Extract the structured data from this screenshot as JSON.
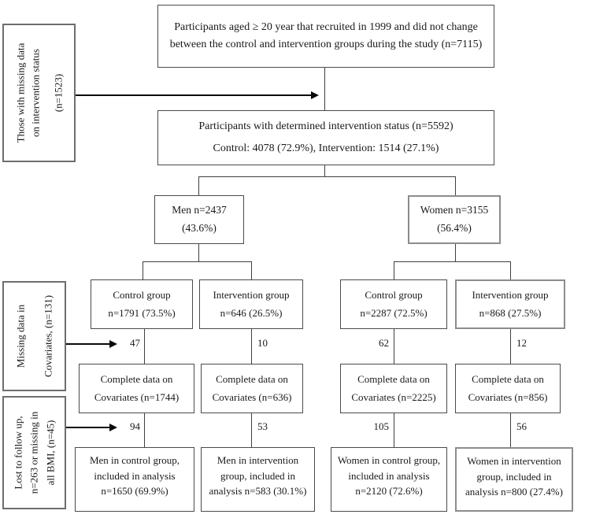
{
  "flowchart": {
    "enrollment": {
      "text": "Participants aged ≥ 20 year that recruited in 1999 and did not change between the control and intervention groups during the study (n=7115)"
    },
    "determined": {
      "line1": "Participants with determined intervention status (n=5592)",
      "line2": "Control: 4078 (72.9%), Intervention: 1514 (27.1%)"
    },
    "men": {
      "line1": "Men n=2437",
      "line2": "(43.6%)"
    },
    "women": {
      "line1": "Women n=3155",
      "line2": "(56.4%)"
    },
    "men_control": {
      "line1": "Control group",
      "line2": "n=1791 (73.5%)"
    },
    "men_intervention": {
      "line1": "Intervention group",
      "line2": "n=646 (26.5%)"
    },
    "women_control": {
      "line1": "Control group",
      "line2": "n=2287 (72.5%)"
    },
    "women_intervention": {
      "line1": "Intervention group",
      "line2": "n=868 (27.5%)"
    },
    "men_control_complete": {
      "line1": "Complete data on",
      "line2": "Covariates (n=1744)"
    },
    "men_intervention_complete": {
      "line1": "Complete data on",
      "line2": "Covariates (n=636)"
    },
    "women_control_complete": {
      "line1": "Complete data on",
      "line2": "Covariates (n=2225)"
    },
    "women_intervention_complete": {
      "line1": "Complete data on",
      "line2": "Covariates (n=856)"
    },
    "men_control_final": {
      "line1": "Men in control group,",
      "line2": "included in analysis",
      "line3": "n=1650 (69.9%)"
    },
    "men_intervention_final": {
      "line1": "Men in intervention",
      "line2": "group, included in",
      "line3": "analysis n=583 (30.1%)"
    },
    "women_control_final": {
      "line1": "Women in control group,",
      "line2": "included in analysis",
      "line3": "n=2120 (72.6%)"
    },
    "women_intervention_final": {
      "line1": "Women in intervention",
      "line2": "group, included in",
      "line3": "analysis n=800 (27.4%)"
    },
    "side_notes": {
      "missing_status": {
        "line1": "Those with missing data",
        "line2": "on intervention status",
        "line3": "(n=1523)"
      },
      "missing_covariates": {
        "line1": "Missing data in",
        "line2": "Covariates, (n=131)"
      },
      "lost_followup": {
        "line1": "Lost to follow up,",
        "line2": "n=263 or missing in",
        "line3": "all BMI, (n=45)"
      }
    },
    "exclusion_counts": {
      "men_control_covariates": "47",
      "men_intervention_covariates": "10",
      "women_control_covariates": "62",
      "women_intervention_covariates": "12",
      "men_control_lost": "94",
      "men_intervention_lost": "53",
      "women_control_lost": "105",
      "women_intervention_lost": "56"
    },
    "colors": {
      "background": "#ffffff",
      "border": "#4a4a4a",
      "line": "#3f3f3f",
      "text": "#1a1a1a"
    }
  }
}
